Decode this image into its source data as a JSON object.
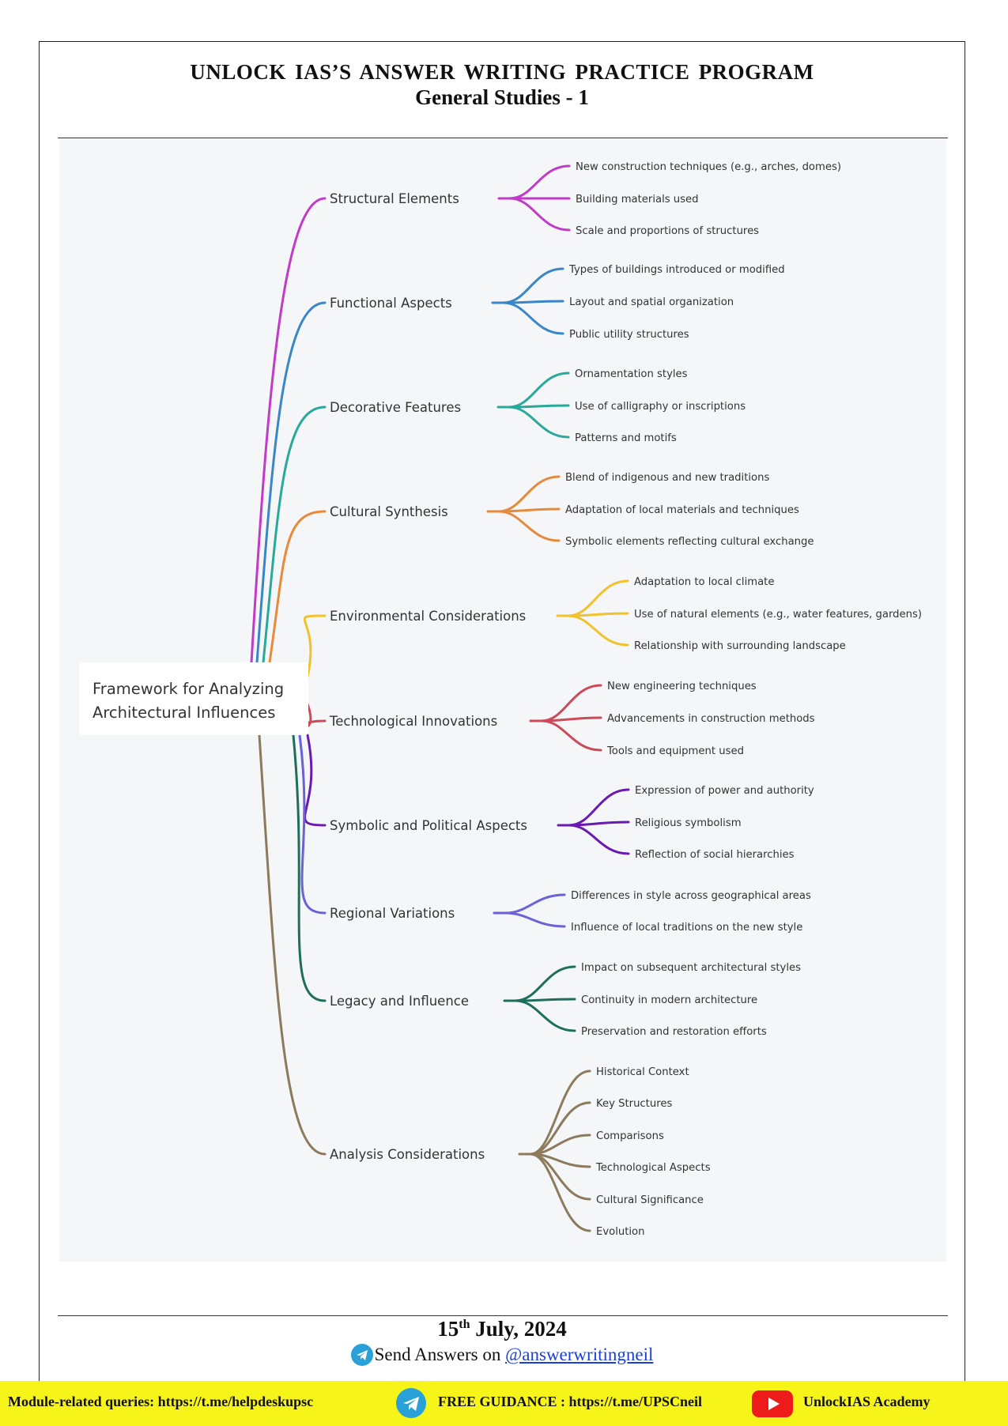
{
  "header": {
    "title": "UNLOCK IAS’S ANSWER WRITING PRACTICE PROGRAM",
    "subtitle": "General Studies - 1"
  },
  "mindmap": {
    "root": [
      "Framework for Analyzing",
      "Architectural Influences"
    ],
    "branches": [
      {
        "label": "Structural Elements",
        "color": "#c13bc6",
        "children": [
          "New construction techniques (e.g., arches, domes)",
          "Building materials used",
          "Scale and proportions of structures"
        ]
      },
      {
        "label": "Functional Aspects",
        "color": "#3a86c8",
        "children": [
          "Types of buildings introduced or modified",
          "Layout and spatial organization",
          "Public utility structures"
        ]
      },
      {
        "label": "Decorative Features",
        "color": "#2aa99a",
        "children": [
          "Ornamentation styles",
          "Use of calligraphy or inscriptions",
          "Patterns and motifs"
        ]
      },
      {
        "label": "Cultural Synthesis",
        "color": "#e68a3b",
        "children": [
          "Blend of indigenous and new traditions",
          "Adaptation of local materials and techniques",
          "Symbolic elements reflecting cultural exchange"
        ]
      },
      {
        "label": "Environmental Considerations",
        "color": "#f2c12e",
        "children": [
          "Adaptation to local climate",
          "Use of natural elements (e.g., water features, gardens)",
          "Relationship with surrounding landscape"
        ]
      },
      {
        "label": "Technological Innovations",
        "color": "#cc4a5a",
        "children": [
          "New engineering techniques",
          "Advancements in construction methods",
          "Tools and equipment used"
        ]
      },
      {
        "label": "Symbolic and Political Aspects",
        "color": "#6a1ab0",
        "children": [
          "Expression of power and authority",
          "Religious symbolism",
          "Reflection of social hierarchies"
        ]
      },
      {
        "label": "Regional Variations",
        "color": "#6c62d8",
        "children": [
          "Differences in style across geographical areas",
          "Influence of local traditions on the new style"
        ]
      },
      {
        "label": "Legacy and Influence",
        "color": "#1f6e5c",
        "children": [
          "Impact on subsequent architectural styles",
          "Continuity in modern architecture",
          "Preservation and restoration efforts"
        ]
      },
      {
        "label": "Analysis Considerations",
        "color": "#8c7a5c",
        "children": [
          "Historical Context",
          "Key Structures",
          "Comparisons",
          "Technological Aspects",
          "Cultural Significance",
          "Evolution"
        ]
      }
    ]
  },
  "footer_info": {
    "date_day": "15",
    "date_suffix": "th",
    "date_rest": " July, 2024",
    "send_text": "Send Answers on ",
    "send_handle": "@answerwritingneil"
  },
  "footer_bar": {
    "left": "Module-related queries: https://t.me/helpdeskupsc",
    "middle": "FREE GUIDANCE : https://t.me/UPSCneil",
    "right": "UnlockIAS Academy",
    "bg_color": "#f7f41a",
    "icons": [
      "telegram-icon",
      "youtube-icon"
    ]
  }
}
